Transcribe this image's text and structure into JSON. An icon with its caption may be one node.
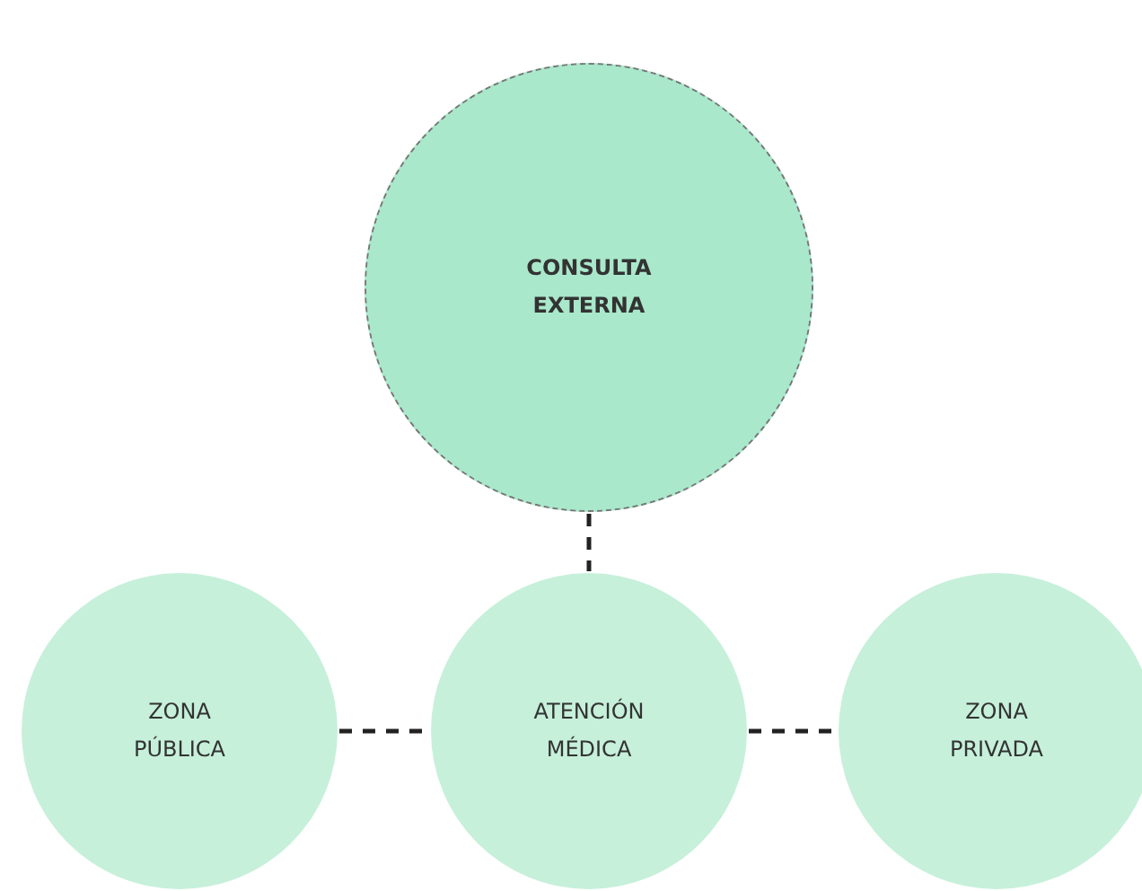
{
  "diagram": {
    "nodes": [
      {
        "text": [
          "CONSULTA EXTERNA"
        ]
      },
      {
        "text": [
          "ZONA PÚBLICA"
        ]
      },
      {
        "text": [
          "ATENCIÓN MÉDICA"
        ]
      },
      {
        "text": [
          "ZONA PRIVADA"
        ]
      }
    ],
    "edges": [
      {
        "from": 0,
        "to": 2,
        "arrow": "none",
        "style": "dashed"
      },
      {
        "from": 1,
        "to": 2,
        "arrow": "none",
        "style": "dashed"
      },
      {
        "from": 2,
        "to": 3,
        "arrow": "none",
        "style": "dashed"
      }
    ]
  }
}
